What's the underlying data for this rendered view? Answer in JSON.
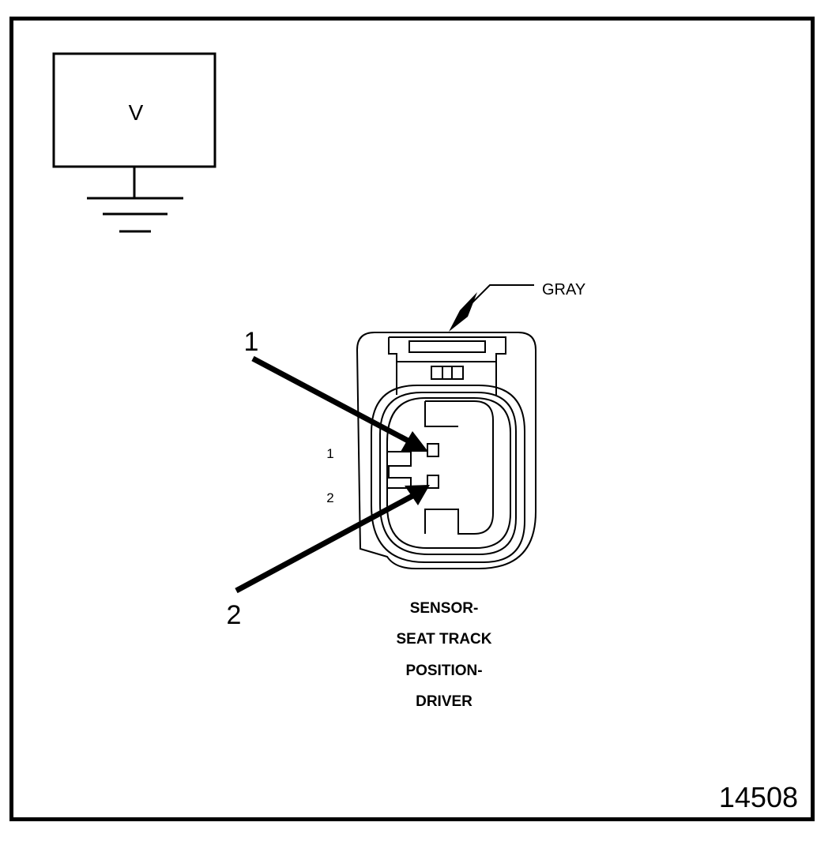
{
  "voltmeter": {
    "symbol": "V"
  },
  "connector": {
    "color_label": "GRAY",
    "cavity_numbers": [
      "1",
      "2"
    ],
    "callouts": [
      "1",
      "2"
    ],
    "caption_lines": [
      "SENSOR-",
      "SEAT TRACK",
      "POSITION-",
      "DRIVER"
    ]
  },
  "figure_number": "14508",
  "colors": {
    "line": "#000000",
    "background": "#ffffff"
  }
}
